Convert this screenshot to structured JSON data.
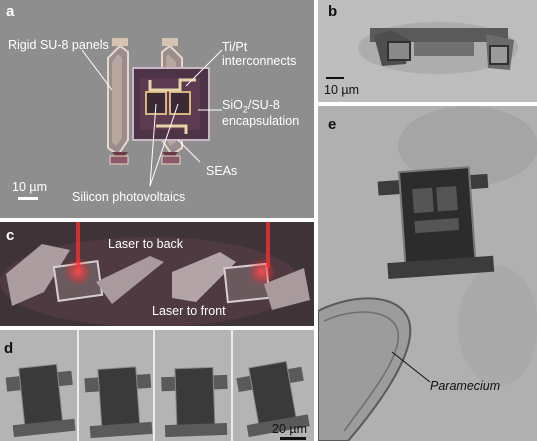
{
  "panel_a": {
    "label": "a",
    "annotations": {
      "rigid": "Rigid SU-8 panels",
      "tipt_1": "Ti/Pt",
      "tipt_2": "interconnects",
      "sio2_1": "SiO",
      "sio2_sub": "2",
      "sio2_rest": "/SU-8",
      "sio2_2": "encapsulation",
      "seas": "SEAs",
      "silicon": "Silicon photovoltaics"
    },
    "scale": "10 µm"
  },
  "panel_b": {
    "label": "b",
    "scale": "10 µm"
  },
  "panel_c": {
    "label": "c",
    "laser_back": "Laser to back",
    "laser_front": "Laser to front"
  },
  "panel_d": {
    "label": "d",
    "scale": "20 µm"
  },
  "panel_e": {
    "label": "e",
    "organism": "Paramecium"
  },
  "colors": {
    "grey_bg": "#8d8d8d",
    "light_bg": "#b9b9b9",
    "laser": "#ff2020",
    "dark_bg": "#3a3035"
  }
}
